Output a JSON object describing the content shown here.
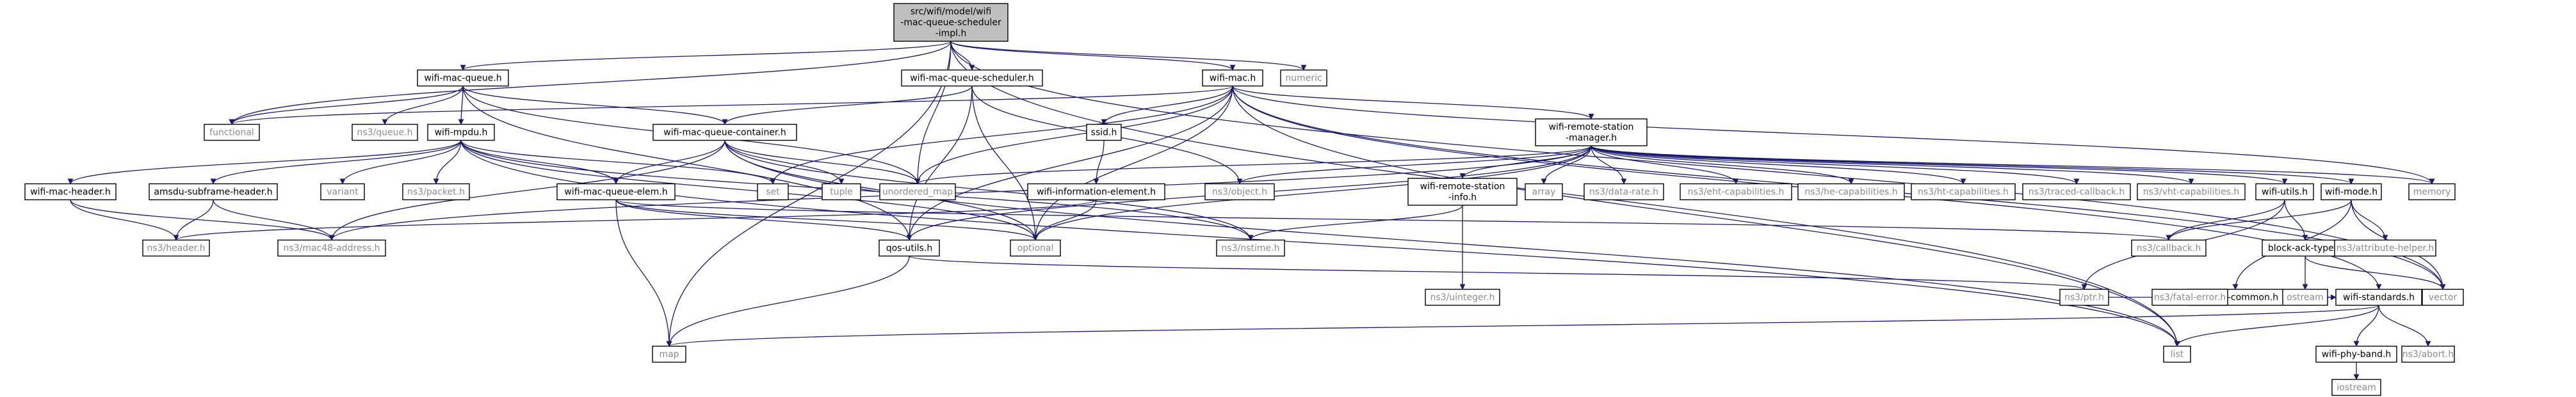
{
  "graph": {
    "kind": "include-dependency-graph",
    "colors": {
      "edge": "#191970",
      "focus_fill": "#bfbfbf",
      "linked_fill": "#ffffff",
      "external_stroke": "#bfbfbf",
      "linked_stroke": "#000000",
      "linked_text": "#000000",
      "external_text": "#8c8c8c"
    },
    "nodes": [
      {
        "id": "root",
        "lines": [
          "src/wifi/model/wifi",
          "-mac-queue-scheduler",
          "-impl.h"
        ],
        "style": "focus"
      },
      {
        "id": "wifi-mac-queue",
        "lines": [
          "wifi-mac-queue.h"
        ],
        "style": "linked"
      },
      {
        "id": "wifi-mac-queue-scheduler",
        "lines": [
          "wifi-mac-queue-scheduler.h"
        ],
        "style": "linked"
      },
      {
        "id": "wifi-mac",
        "lines": [
          "wifi-mac.h"
        ],
        "style": "linked"
      },
      {
        "id": "numeric",
        "lines": [
          "numeric"
        ],
        "style": "external"
      },
      {
        "id": "functional",
        "lines": [
          "functional"
        ],
        "style": "external"
      },
      {
        "id": "ns3-queue",
        "lines": [
          "ns3/queue.h"
        ],
        "style": "external"
      },
      {
        "id": "wifi-mpdu",
        "lines": [
          "wifi-mpdu.h"
        ],
        "style": "linked"
      },
      {
        "id": "wifi-mac-queue-container",
        "lines": [
          "wifi-mac-queue-container.h"
        ],
        "style": "linked"
      },
      {
        "id": "ssid",
        "lines": [
          "ssid.h"
        ],
        "style": "linked"
      },
      {
        "id": "wifi-remote-station-manager",
        "lines": [
          "wifi-remote-station",
          "-manager.h"
        ],
        "style": "linked"
      },
      {
        "id": "wifi-mac-header",
        "lines": [
          "wifi-mac-header.h"
        ],
        "style": "linked"
      },
      {
        "id": "amsdu-subframe-header",
        "lines": [
          "amsdu-subframe-header.h"
        ],
        "style": "linked"
      },
      {
        "id": "variant",
        "lines": [
          "variant"
        ],
        "style": "external"
      },
      {
        "id": "ns3-packet",
        "lines": [
          "ns3/packet.h"
        ],
        "style": "external"
      },
      {
        "id": "wifi-mac-queue-elem",
        "lines": [
          "wifi-mac-queue-elem.h"
        ],
        "style": "linked"
      },
      {
        "id": "set",
        "lines": [
          "set"
        ],
        "style": "external"
      },
      {
        "id": "tuple",
        "lines": [
          "tuple"
        ],
        "style": "external"
      },
      {
        "id": "unordered-map",
        "lines": [
          "unordered_map"
        ],
        "style": "external"
      },
      {
        "id": "wifi-information-element",
        "lines": [
          "wifi-information-element.h"
        ],
        "style": "linked"
      },
      {
        "id": "ns3-object",
        "lines": [
          "ns3/object.h"
        ],
        "style": "external"
      },
      {
        "id": "wifi-remote-station-info",
        "lines": [
          "wifi-remote-station",
          "-info.h"
        ],
        "style": "linked"
      },
      {
        "id": "array",
        "lines": [
          "array"
        ],
        "style": "external"
      },
      {
        "id": "ns3-data-rate",
        "lines": [
          "ns3/data-rate.h"
        ],
        "style": "external"
      },
      {
        "id": "ns3-eht-capabilities",
        "lines": [
          "ns3/eht-capabilities.h"
        ],
        "style": "external"
      },
      {
        "id": "ns3-he-capabilities",
        "lines": [
          "ns3/he-capabilities.h"
        ],
        "style": "external"
      },
      {
        "id": "ns3-ht-capabilities",
        "lines": [
          "ns3/ht-capabilities.h"
        ],
        "style": "external"
      },
      {
        "id": "ns3-traced-callback",
        "lines": [
          "ns3/traced-callback.h"
        ],
        "style": "external"
      },
      {
        "id": "ns3-vht-capabilities",
        "lines": [
          "ns3/vht-capabilities.h"
        ],
        "style": "external"
      },
      {
        "id": "wifi-utils",
        "lines": [
          "wifi-utils.h"
        ],
        "style": "linked"
      },
      {
        "id": "wifi-mode",
        "lines": [
          "wifi-mode.h"
        ],
        "style": "linked"
      },
      {
        "id": "memory",
        "lines": [
          "memory"
        ],
        "style": "external"
      },
      {
        "id": "ns3-header",
        "lines": [
          "ns3/header.h"
        ],
        "style": "external"
      },
      {
        "id": "ns3-mac48-address",
        "lines": [
          "ns3/mac48-address.h"
        ],
        "style": "external"
      },
      {
        "id": "qos-utils",
        "lines": [
          "qos-utils.h"
        ],
        "style": "linked"
      },
      {
        "id": "optional",
        "lines": [
          "optional"
        ],
        "style": "external"
      },
      {
        "id": "ns3-nstime",
        "lines": [
          "ns3/nstime.h"
        ],
        "style": "external"
      },
      {
        "id": "ns3-uinteger",
        "lines": [
          "ns3/uinteger.h"
        ],
        "style": "external"
      },
      {
        "id": "ns3-callback",
        "lines": [
          "ns3/callback.h"
        ],
        "style": "external"
      },
      {
        "id": "wifi-phy-common",
        "lines": [
          "wifi-phy-common.h"
        ],
        "style": "linked"
      },
      {
        "id": "block-ack-type",
        "lines": [
          "block-ack-type.h"
        ],
        "style": "linked"
      },
      {
        "id": "ns3-attribute-helper",
        "lines": [
          "ns3/attribute-helper.h"
        ],
        "style": "external"
      },
      {
        "id": "ns3-ptr",
        "lines": [
          "ns3/ptr.h"
        ],
        "style": "external"
      },
      {
        "id": "ns3-fatal-error",
        "lines": [
          "ns3/fatal-error.h"
        ],
        "style": "external"
      },
      {
        "id": "ostream",
        "lines": [
          "ostream"
        ],
        "style": "external"
      },
      {
        "id": "wifi-standards",
        "lines": [
          "wifi-standards.h"
        ],
        "style": "linked"
      },
      {
        "id": "vector",
        "lines": [
          "vector"
        ],
        "style": "external"
      },
      {
        "id": "map",
        "lines": [
          "map"
        ],
        "style": "external"
      },
      {
        "id": "list",
        "lines": [
          "list"
        ],
        "style": "external"
      },
      {
        "id": "wifi-phy-band",
        "lines": [
          "wifi-phy-band.h"
        ],
        "style": "linked"
      },
      {
        "id": "ns3-abort",
        "lines": [
          "ns3/abort.h"
        ],
        "style": "external"
      },
      {
        "id": "iostream",
        "lines": [
          "iostream"
        ],
        "style": "external"
      }
    ],
    "edges": [
      [
        "root",
        "wifi-mac-queue"
      ],
      [
        "root",
        "wifi-mac-queue-scheduler"
      ],
      [
        "root",
        "wifi-mac"
      ],
      [
        "root",
        "numeric"
      ],
      [
        "root",
        "functional"
      ],
      [
        "root",
        "unordered-map"
      ],
      [
        "root",
        "map"
      ],
      [
        "root",
        "vector"
      ],
      [
        "root",
        "list"
      ],
      [
        "wifi-mac-queue",
        "functional"
      ],
      [
        "wifi-mac-queue",
        "ns3-queue"
      ],
      [
        "wifi-mac-queue",
        "wifi-mpdu"
      ],
      [
        "wifi-mac-queue",
        "wifi-mac-queue-container"
      ],
      [
        "wifi-mac-queue",
        "unordered-map"
      ],
      [
        "wifi-mac-queue",
        "qos-utils"
      ],
      [
        "wifi-mac-queue-scheduler",
        "wifi-mac-queue-container"
      ],
      [
        "wifi-mac-queue-scheduler",
        "qos-utils"
      ],
      [
        "wifi-mac-queue-scheduler",
        "ns3-object"
      ],
      [
        "wifi-mac-queue-scheduler",
        "optional"
      ],
      [
        "wifi-mac",
        "functional"
      ],
      [
        "wifi-mac",
        "ssid"
      ],
      [
        "wifi-mac",
        "wifi-remote-station-manager"
      ],
      [
        "wifi-mac",
        "unordered-map"
      ],
      [
        "wifi-mac",
        "qos-utils"
      ],
      [
        "wifi-mac",
        "set"
      ],
      [
        "wifi-mac",
        "optional"
      ],
      [
        "wifi-mac",
        "memory"
      ],
      [
        "wifi-mac",
        "wifi-standards"
      ],
      [
        "wifi-mac",
        "vector"
      ],
      [
        "wifi-mac",
        "list"
      ],
      [
        "wifi-mpdu",
        "wifi-mac-header"
      ],
      [
        "wifi-mpdu",
        "amsdu-subframe-header"
      ],
      [
        "wifi-mpdu",
        "variant"
      ],
      [
        "wifi-mpdu",
        "ns3-packet"
      ],
      [
        "wifi-mpdu",
        "wifi-mac-queue-elem"
      ],
      [
        "wifi-mpdu",
        "set"
      ],
      [
        "wifi-mpdu",
        "optional"
      ],
      [
        "wifi-mpdu",
        "list"
      ],
      [
        "wifi-mpdu",
        "ns3-nstime"
      ],
      [
        "wifi-mac-queue-container",
        "wifi-mac-queue-elem"
      ],
      [
        "wifi-mac-queue-container",
        "tuple"
      ],
      [
        "wifi-mac-queue-container",
        "unordered-map"
      ],
      [
        "wifi-mac-queue-container",
        "ns3-mac48-address"
      ],
      [
        "wifi-mac-queue-container",
        "optional"
      ],
      [
        "wifi-mac-queue-container",
        "list"
      ],
      [
        "wifi-mac-queue-container",
        "ns3-nstime"
      ],
      [
        "ssid",
        "wifi-information-element"
      ],
      [
        "wifi-remote-station-manager",
        "unordered-map"
      ],
      [
        "wifi-remote-station-manager",
        "ns3-object"
      ],
      [
        "wifi-remote-station-manager",
        "wifi-remote-station-info"
      ],
      [
        "wifi-remote-station-manager",
        "array"
      ],
      [
        "wifi-remote-station-manager",
        "ns3-data-rate"
      ],
      [
        "wifi-remote-station-manager",
        "ns3-eht-capabilities"
      ],
      [
        "wifi-remote-station-manager",
        "ns3-he-capabilities"
      ],
      [
        "wifi-remote-station-manager",
        "ns3-ht-capabilities"
      ],
      [
        "wifi-remote-station-manager",
        "ns3-traced-callback"
      ],
      [
        "wifi-remote-station-manager",
        "ns3-vht-capabilities"
      ],
      [
        "wifi-remote-station-manager",
        "wifi-utils"
      ],
      [
        "wifi-remote-station-manager",
        "wifi-mode"
      ],
      [
        "wifi-remote-station-manager",
        "memory"
      ],
      [
        "wifi-remote-station-manager",
        "ns3-mac48-address"
      ],
      [
        "wifi-remote-station-manager",
        "qos-utils"
      ],
      [
        "wifi-remote-station-manager",
        "optional"
      ],
      [
        "wifi-mac-header",
        "ns3-header"
      ],
      [
        "wifi-mac-header",
        "ns3-mac48-address"
      ],
      [
        "amsdu-subframe-header",
        "ns3-header"
      ],
      [
        "amsdu-subframe-header",
        "ns3-mac48-address"
      ],
      [
        "wifi-mac-queue-elem",
        "qos-utils"
      ],
      [
        "wifi-mac-queue-elem",
        "optional"
      ],
      [
        "wifi-mac-queue-elem",
        "ns3-callback"
      ],
      [
        "wifi-mac-queue-elem",
        "map"
      ],
      [
        "wifi-information-element",
        "ns3-header"
      ],
      [
        "wifi-information-element",
        "optional"
      ],
      [
        "wifi-remote-station-info",
        "ns3-nstime"
      ],
      [
        "wifi-remote-station-info",
        "ns3-uinteger"
      ],
      [
        "wifi-utils",
        "block-ack-type"
      ],
      [
        "wifi-utils",
        "ns3-callback"
      ],
      [
        "wifi-utils",
        "ns3-ptr"
      ],
      [
        "wifi-mode",
        "wifi-phy-common"
      ],
      [
        "wifi-mode",
        "ns3-attribute-helper"
      ],
      [
        "wifi-mode",
        "ns3-callback"
      ],
      [
        "wifi-mode",
        "vector"
      ],
      [
        "qos-utils",
        "ns3-ptr"
      ],
      [
        "qos-utils",
        "map"
      ],
      [
        "wifi-phy-common",
        "ns3-ptr"
      ],
      [
        "wifi-phy-common",
        "ns3-fatal-error"
      ],
      [
        "wifi-phy-common",
        "ostream"
      ],
      [
        "wifi-phy-common",
        "wifi-standards"
      ],
      [
        "wifi-phy-common",
        "vector"
      ],
      [
        "block-ack-type",
        "ostream"
      ],
      [
        "block-ack-type",
        "vector"
      ],
      [
        "wifi-standards",
        "wifi-phy-band"
      ],
      [
        "wifi-standards",
        "ns3-abort"
      ],
      [
        "wifi-standards",
        "map"
      ],
      [
        "wifi-standards",
        "list"
      ],
      [
        "wifi-phy-band",
        "iostream"
      ]
    ]
  }
}
